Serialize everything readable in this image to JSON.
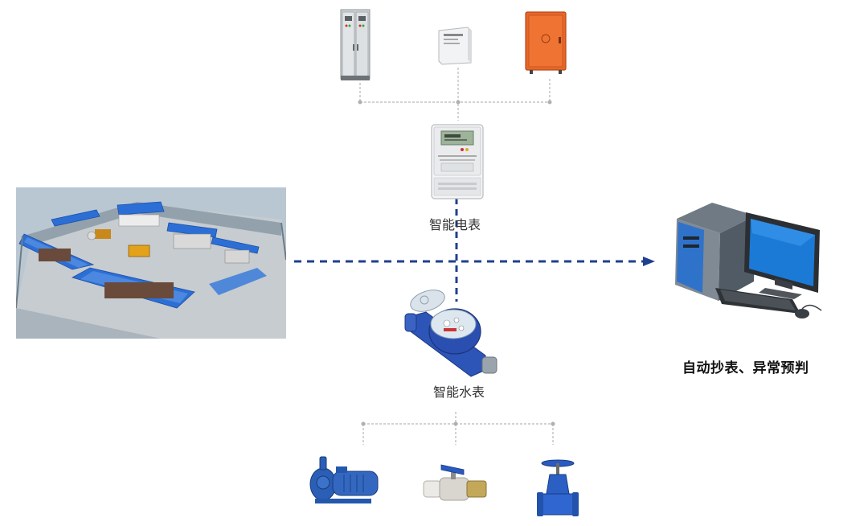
{
  "labels": {
    "smart_meter": "智能电表",
    "water_meter": "智能水表",
    "computer_caption": "自动抄表、异常预判"
  },
  "icons": {
    "top_devices": [
      "distribution-cabinet-icon",
      "small-distribution-box-icon",
      "orange-electric-box-icon"
    ],
    "bottom_devices": [
      "water-pump-icon",
      "ball-valve-icon",
      "gate-valve-icon"
    ],
    "center": [
      "smart-electric-meter-icon",
      "smart-water-meter-icon"
    ],
    "left": "construction-site-image",
    "right": "computer-workstation-icon"
  },
  "colors": {
    "dashed_arrow": "#1f3f8f",
    "connector_line": "#b8b8b8",
    "roof_blue": "#2b6fd6",
    "cabinet_orange": "#e8662a"
  }
}
